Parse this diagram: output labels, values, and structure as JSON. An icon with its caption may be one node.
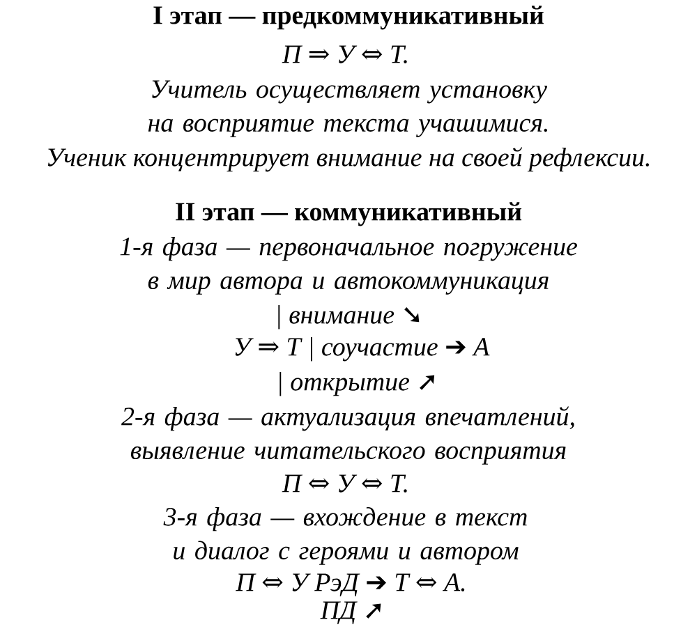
{
  "diagram": {
    "labels": [
      "I этап — предкоммуникативный",
      "П ⇒ У ⇔ Т.",
      "Учитель осуществляет установку на восприятие текста учашимися.",
      "Ученик концентрирует внимание на своей рефлексии.",
      "II этап — коммуникативный",
      "1-я фаза — первоначальное погружение в мир автора и автокоммуникация",
      "| внимание ➘",
      "У ⇒ Т | соучастие ➔ А",
      "| открытие ➚",
      "2-я фаза — актуализация впечатлений, выявление читательского восприятия",
      "П ⇔ У ⇔ Т.",
      "3-я фаза — вхождение в текст и диалог с героями и автором",
      "П ⇔ У РэД ➔ Т ⇔ А.",
      "ПД ➚"
    ]
  }
}
